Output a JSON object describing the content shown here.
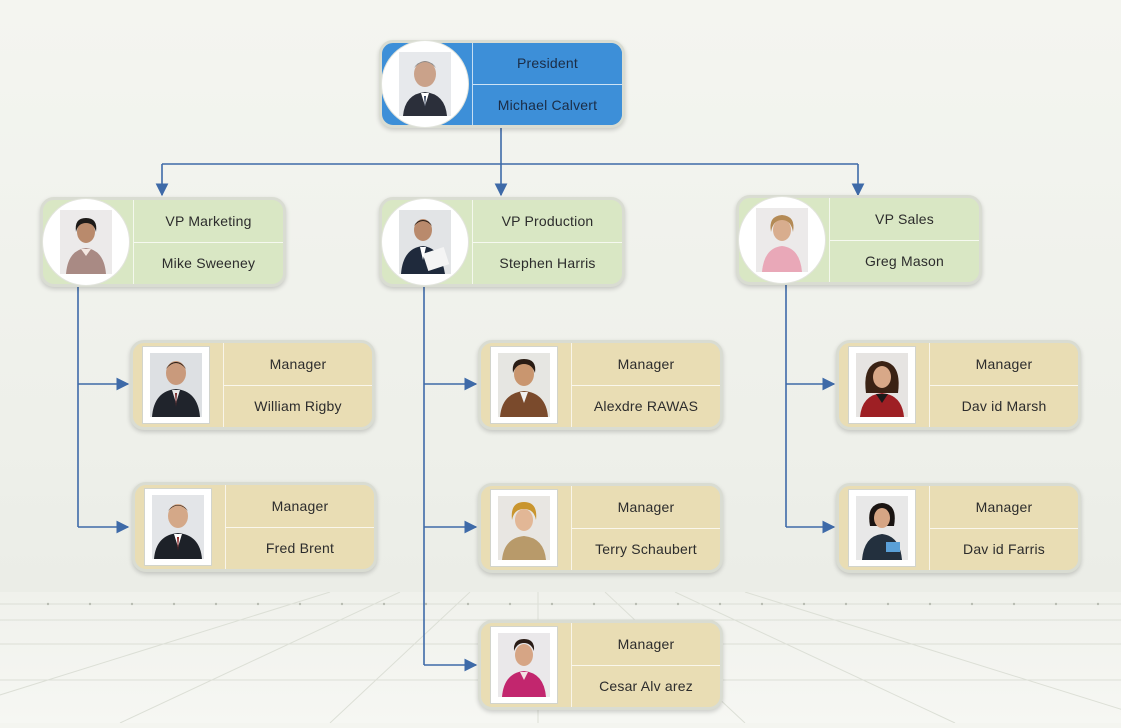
{
  "colors": {
    "president_fill": "#3d8fd8",
    "vp_fill": "#d9e7c4",
    "manager_fill": "#e9ddb4",
    "connector": "#3e6aa8"
  },
  "president": {
    "title": "President",
    "name": "Michael Calvert",
    "icon": "person-photo-icon"
  },
  "vps": [
    {
      "title": "VP Marketing",
      "name": "Mike Sweeney",
      "icon": "person-photo-icon"
    },
    {
      "title": "VP Production",
      "name": "Stephen Harris",
      "icon": "person-photo-icon"
    },
    {
      "title": "VP Sales",
      "name": "Greg Mason",
      "icon": "person-photo-icon"
    }
  ],
  "managers": [
    {
      "title": "Manager",
      "name": "William Rigby",
      "icon": "person-photo-icon"
    },
    {
      "title": "Manager",
      "name": "Fred Brent",
      "icon": "person-photo-icon"
    },
    {
      "title": "Manager",
      "name": "Alexdre RAWAS",
      "icon": "person-photo-icon"
    },
    {
      "title": "Manager",
      "name": "Terry Schaubert",
      "icon": "person-photo-icon"
    },
    {
      "title": "Manager",
      "name": "Cesar Alv arez",
      "icon": "person-photo-icon"
    },
    {
      "title": "Manager",
      "name": "Dav id Marsh",
      "icon": "person-photo-icon"
    },
    {
      "title": "Manager",
      "name": "Dav id Farris",
      "icon": "person-photo-icon"
    }
  ]
}
